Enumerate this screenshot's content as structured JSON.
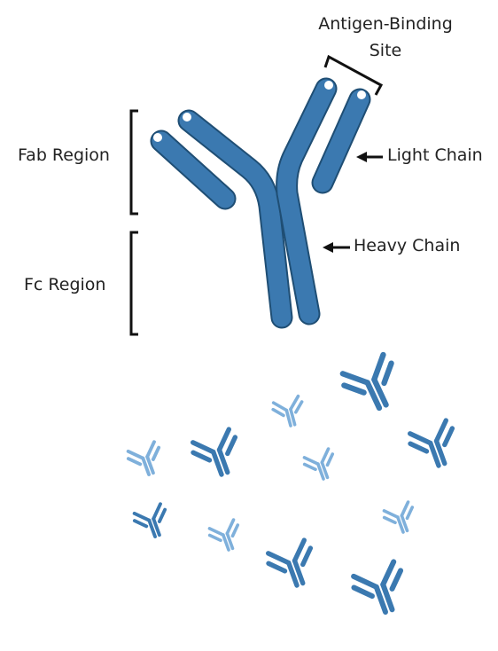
{
  "labels": {
    "antigen_binding_line1": "Antigen-Binding",
    "antigen_binding_line2": "Site",
    "light_chain": "Light Chain",
    "heavy_chain": "Heavy Chain",
    "fab_region": "Fab Region",
    "fc_region": "Fc Region"
  },
  "colors": {
    "antibody_dark": "#3b79b0",
    "antibody_light": "#6fa6d4",
    "outline": "#1f4e74",
    "bracket": "#111111",
    "text": "#222222"
  },
  "icons": {
    "main": "y-shaped-antibody-icon",
    "small": "small-antibody-icon"
  }
}
